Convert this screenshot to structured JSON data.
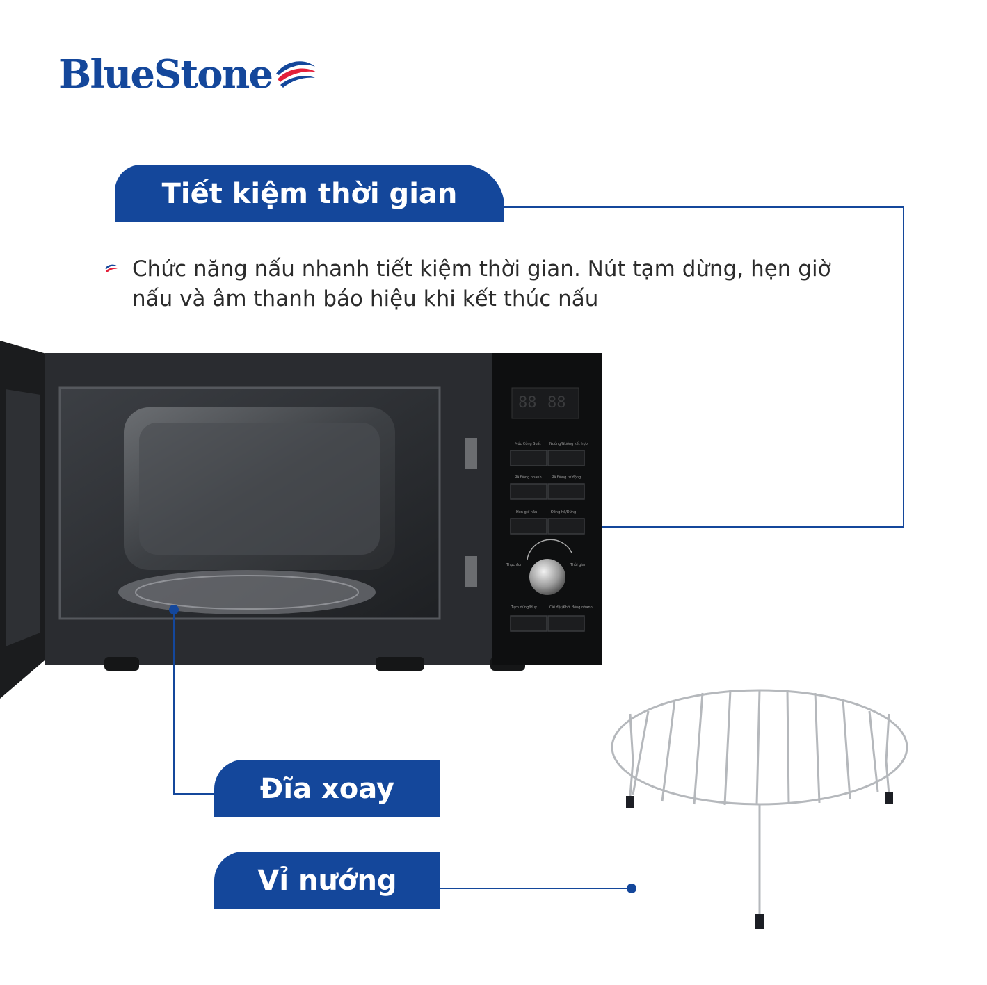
{
  "brand": {
    "name": "BlueStone",
    "color_blue": "#14479b",
    "color_red": "#e3203a"
  },
  "headline": "Tiết kiệm thời gian",
  "description": "Chức năng nấu nhanh tiết kiệm thời gian. Nút tạm dừng, hẹn giờ nấu và âm thanh báo hiệu khi kết thúc nấu",
  "callouts": {
    "turntable": "Đĩa xoay",
    "grill_rack": "Vỉ nướng"
  },
  "control_panel": {
    "display": {
      "left_digits": "88",
      "right_digits": "88"
    },
    "buttons": [
      "Mức Công Suất",
      "Nướng/Nướng kết hợp",
      "Rã Đông nhanh",
      "Rã Đông tự động",
      "Hẹn giờ nấu",
      "Đồng hồ/Dừng",
      "Tạm dừng/Huỷ",
      "Cài đặt/Khởi động nhanh"
    ],
    "knob_labels": {
      "left": "Thực đơn",
      "right": "Thời gian"
    }
  },
  "icons": [
    "bluestone-logo-icon",
    "bullet-logo-icon",
    "knob-icon"
  ]
}
